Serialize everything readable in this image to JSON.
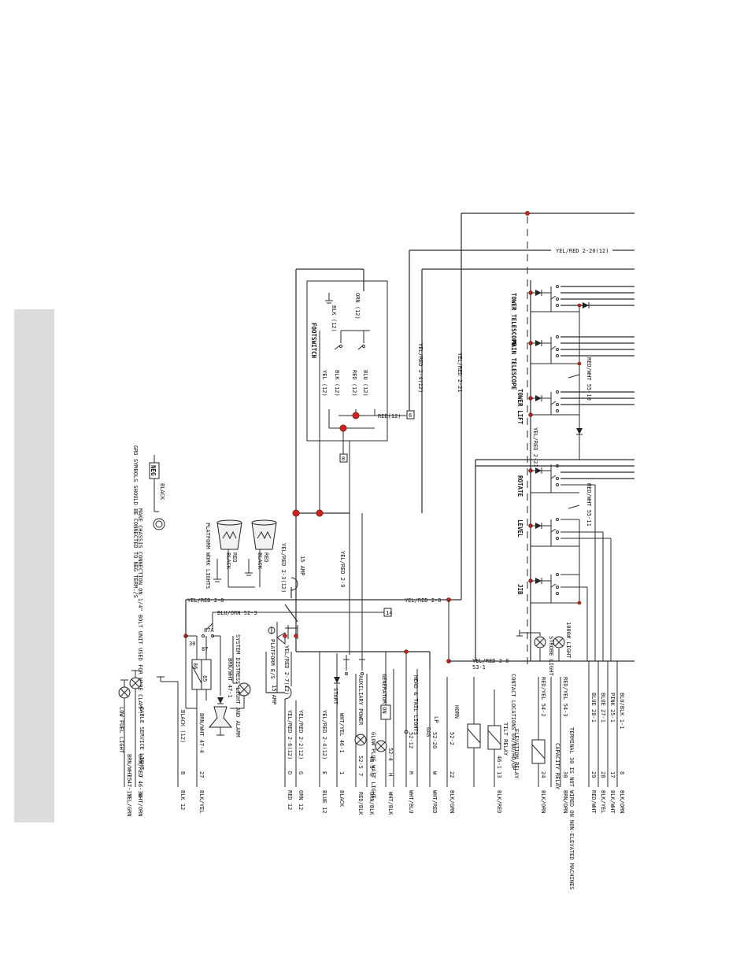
{
  "colors": {
    "junction": "#c8251f",
    "wire": "#2a2a2a",
    "side_tab": "#dcdcdc"
  },
  "wires_top": [
    {
      "label": "YEL/RED 2-20(12)"
    },
    {
      "label": "YEL/RED 2-21"
    },
    {
      "label": "YEL/RED 2-4(12)"
    },
    {
      "label": "YEL/RED 2-9"
    },
    {
      "label": "YEL/RED 2-8"
    },
    {
      "label": "YEL/RED 2-8"
    },
    {
      "label": "53-1"
    }
  ],
  "footswitch": {
    "title": "FOOTSWITCH",
    "wires": [
      "ORN (12)",
      "BLK (12)",
      "BLU (12)",
      "RED (12)",
      "BLK (12)",
      "YEL (12)"
    ],
    "red_out": "RED(12)",
    "fuse_a": "6",
    "fuse_b": "8"
  },
  "valves": [
    {
      "label": "TOWER TELESCOPE"
    },
    {
      "label": "MAIN TELESCOPE"
    },
    {
      "label": "TOWER LIFT"
    },
    {
      "label": "ROTATE"
    },
    {
      "label": "LEVEL"
    },
    {
      "label": "JIB"
    }
  ],
  "valve_notes": {
    "red_wht_1": "RED/WHT 55-10",
    "yel_red_221": "YEL/RED 2-21",
    "red_wht_2": "RED/WHT 55-11"
  },
  "work_lights": {
    "title": "PLATFORM WORK LIGHTS",
    "lamp1_red": "RED",
    "lamp1_black": "BLACK",
    "lamp2_red": "RED",
    "lamp2_black": "BLACK"
  },
  "neg_legend": {
    "neg": "NEG",
    "black": "BLACK",
    "note1": "GRD SYMBOLS SHOULD BE CONNECTED TO NEG TERM./S",
    "note2": "MAKE CHASSIS CONNECTION ON 1/4\" BOLT UNIT USED FOR WIRE CLAMP."
  },
  "fuses": {
    "fuse15a_top": "15 AMP",
    "fuse15a_bottom": "15 AMP",
    "fuse_box": "14"
  },
  "middle_wires": {
    "yel_red_28_left": "YEL/RED 2-8",
    "blu_orn": "BLU/ORN 52-3",
    "yel_red_231": "YEL/RED 2-3(12)",
    "yel_red_27": "YEL/RED 2-7(12)",
    "platform_ems": "PLATFORM E/S",
    "relay_87a": "87A",
    "relay_30": "30",
    "relay_87": "87",
    "relay_86": "86",
    "relay_85": "85",
    "brn_wht": "BRN/WHT 47-1",
    "system_distress": "SYSTEM DISTRESS LIGHT AND ALARM"
  },
  "right_notes": {
    "light_1000": "1000# LIGHT",
    "strobe": "STROBE LIGHT",
    "contact_locations": "CONTACT LOCATIONS 69/NO/HO/OP",
    "terminal_30": "TERMINAL 30 IS NOT WIRED ON NON-ELEVATED MACHINES",
    "capacity_relay": "CAPACITY RELAY",
    "tilt_relay": "TILT RELAY",
    "elevation_relay": "ELEVATION RELAY",
    "start": "START",
    "aux_power": "AUXILIARY POWER",
    "gen_on": "GENERATOR ON",
    "glow_plug": "GLOW PLUG WAIT LIGHT",
    "head_tail": "HEAD & TAIL LIGHTS",
    "gas": "GAS",
    "lp": "LP",
    "horn": "HORN",
    "cable_service": "CABLE SERVICE LIGHT",
    "low_fuel": "LOW FUEL LIGHT"
  },
  "connector_pins": [
    {
      "wire": "BLU/BLK 1-1",
      "pin": "8",
      "color": "BLK/ORN"
    },
    {
      "wire": "PINK 25-1",
      "pin": "17",
      "color": "BLK/WHT"
    },
    {
      "wire": "BLUE 27-1",
      "pin": "28",
      "color": "BLK/YEL"
    },
    {
      "wire": "BLUE 28-1",
      "pin": "29",
      "color": "RED/WHT"
    },
    {
      "wire": "RED/YEL 54-3",
      "pin": "30",
      "color": "BRN/ORN"
    },
    {
      "wire": "RED/YEL 54-2",
      "pin": "24",
      "color": "BLK/ORN"
    },
    {
      "wire": "46-1",
      "pin": "13",
      "color": "BLK/RED"
    },
    {
      "wire": "52-2",
      "pin": "22",
      "color": "BLK/GRN"
    },
    {
      "wire": "52-20",
      "pin": "W",
      "color": "WHT/RED"
    },
    {
      "wire": "52-12",
      "pin": "R",
      "color": "WHT/BLU"
    },
    {
      "wire": "52-4",
      "pin": "H",
      "color": "WHT/BLK"
    },
    {
      "wire": "46-5",
      "pin": "9",
      "color": "ORN/BLK"
    },
    {
      "wire": "52-5",
      "pin": "7",
      "color": "RED/BLK"
    },
    {
      "wire": "WHT/YEL 46-1",
      "pin": "1",
      "color": "BLACK"
    },
    {
      "wire": "YEL/RED 2-4(12)",
      "pin": "E",
      "color": "BLUE 12"
    },
    {
      "wire": "YEL/RED 2-2(12)",
      "pin": "G",
      "color": "ORN 12"
    },
    {
      "wire": "YEL/RED 2-6(12)",
      "pin": "D",
      "color": "RED 12"
    },
    {
      "wire": "BRN/WHT 47-4",
      "pin": "27",
      "color": "BLK/YEL"
    },
    {
      "wire": "BLACK (12)",
      "pin": "B",
      "color": "BLK 12"
    },
    {
      "wire": "BRN/WHT 47-13",
      "pin": "25",
      "color": "YEL/GRN"
    },
    {
      "wire": "ORN/RED 46-38",
      "pin": "7",
      "color": "WHT/ORN"
    }
  ]
}
